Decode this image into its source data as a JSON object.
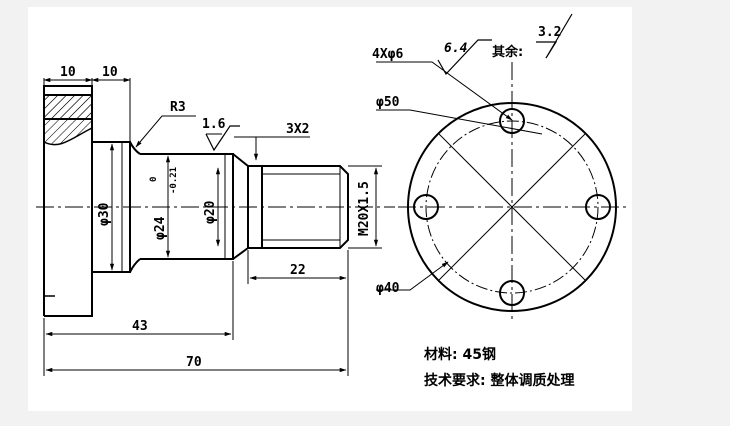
{
  "dimensions": {
    "flange_width_1": "10",
    "flange_width_2": "10",
    "radius": "R3",
    "roughness_shaft": "1.6",
    "undercut": "3X2",
    "dia_30": "φ30",
    "dia_24_main": "φ24",
    "dia_24_tol_upper": "0",
    "dia_24_tol_lower": "-0.21",
    "dia_20": "φ20",
    "thread": "M20X1.5",
    "length_22": "22",
    "length_43": "43",
    "length_70": "70",
    "holes": "4Xφ6",
    "roughness_holes": "6.4",
    "other_label": "其余:",
    "roughness_other": "3.2",
    "dia_50": "φ50",
    "dia_40": "φ40"
  },
  "notes": {
    "material": "材料: 45钢",
    "tech_req": "技术要求: 整体调质处理"
  }
}
